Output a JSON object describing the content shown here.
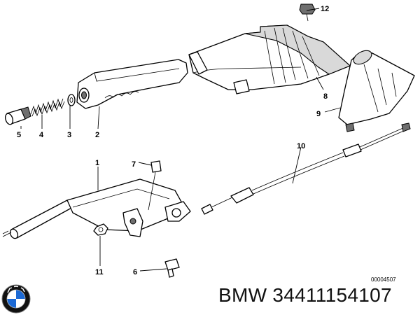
{
  "callouts": {
    "p1": "1",
    "p2": "2",
    "p3": "3",
    "p4": "4",
    "p5": "5",
    "p6": "6",
    "p7": "7",
    "p8": "8",
    "p9": "9",
    "p10": "10",
    "p11": "11",
    "p12": "12"
  },
  "drawing_ref": "00004507",
  "caption": "BMW 34411154107",
  "brand": {
    "name": "BMW",
    "colors": {
      "blue": "#1c69d4",
      "white": "#ffffff",
      "ring": "#111111"
    }
  }
}
